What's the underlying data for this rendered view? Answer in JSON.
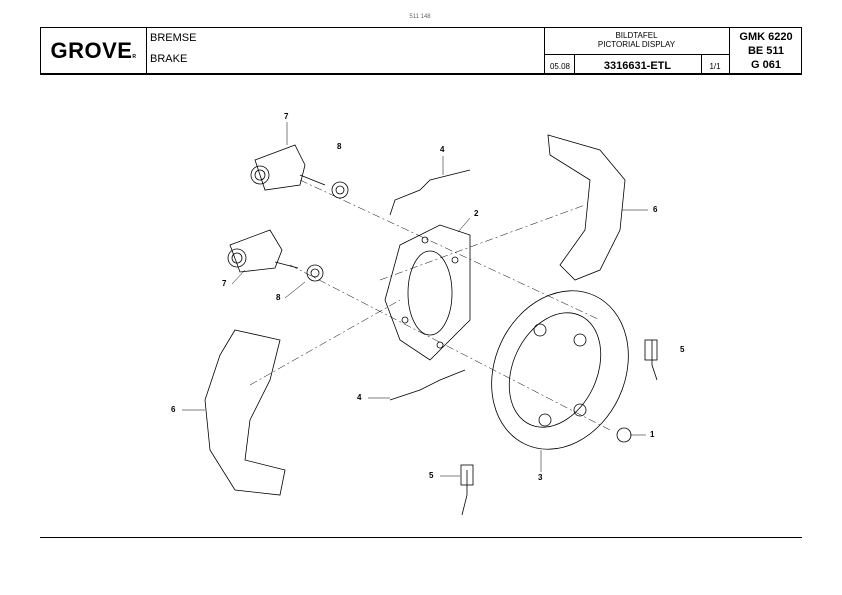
{
  "page_ref": "511 148",
  "header": {
    "logo": "GROVE",
    "title_de": "BREMSE",
    "title_en": "BRAKE",
    "display_de": "BILDTAFEL",
    "display_en": "PICTORIAL DISPLAY",
    "date": "05.08",
    "doc_number": "3316631-ETL",
    "page": "1/1",
    "model": "GMK 6220",
    "be": "BE 511",
    "group": "G 061"
  },
  "callouts": [
    "7",
    "8",
    "4",
    "2",
    "6",
    "7",
    "8",
    "5",
    "4",
    "6",
    "1",
    "3",
    "5"
  ]
}
